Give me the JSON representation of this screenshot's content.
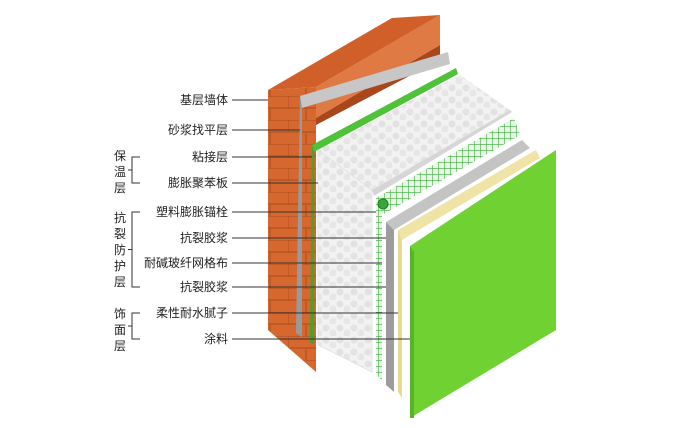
{
  "layers": [
    {
      "label": "基层墙体"
    },
    {
      "label": "砂浆找平层"
    },
    {
      "label": "粘接层"
    },
    {
      "label": "膨胀聚苯板"
    },
    {
      "label": "塑料膨胀锚栓"
    },
    {
      "label": "抗裂胶浆"
    },
    {
      "label": "耐碱玻纤网格布"
    },
    {
      "label": "抗裂胶浆"
    },
    {
      "label": "柔性耐水腻子"
    },
    {
      "label": "涂料"
    }
  ],
  "groups": [
    {
      "label": "保温层"
    },
    {
      "label": "抗裂防护层"
    },
    {
      "label": "饰面层"
    }
  ],
  "colors": {
    "brick": "#d6672e",
    "brick_dark": "#a9461b",
    "mortar": "#b8b8b8",
    "adhesive_green": "#4fc23a",
    "eps_white": "#eeeeee",
    "mesh_green": "#3cae3c",
    "putty_beige": "#e6da93",
    "coating_green": "#6fd132",
    "line": "#333333"
  }
}
